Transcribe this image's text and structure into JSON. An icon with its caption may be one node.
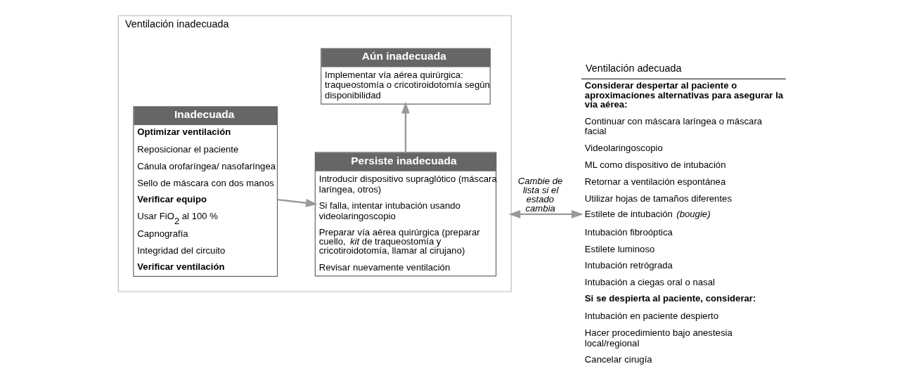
{
  "diagram": {
    "nodes": [
      {
        "text": [
          "Ventilación inadecuada"
        ]
      },
      {
        "text": [
          "Inadecuada",
          "**Optimizar ventilación**",
          "Reposicionar el paciente",
          "Cánula orofaríngea/ nasofaríngea",
          "Sello de máscara con dos manos",
          "**Verificar equipo**",
          "Usar FiO$_{2}$ al 100 %",
          "Capnografía",
          "Integridad del circuito",
          "**Verificar ventilación**"
        ],
        "in": 0
      },
      {
        "text": [
          "Persiste inadecuada",
          "Introducir dispositivo supraglótico (máscara laríngea, otros)",
          "Si falla, intentar intubación usando videolaringoscopio",
          "Preparar vía aérea quirúrgica (preparar cuello, *kit* de traqueostomía y cricotiroidotomía, llamar al cirujano)",
          "Revisar nuevamente ventilación"
        ],
        "in": 0
      },
      {
        "text": [
          "Aún inadecuada",
          "Implementar vía aérea quirúrgica: traqueostomía o cricotiroidotomía según disponibilidad"
        ],
        "in": 0
      },
      {
        "text": [
          "Ventilación adecuada",
          "**Considerar despertar al paciente o aproximaciones alternativas para asegurar la vía aérea:**",
          "Continuar con máscara laríngea o máscara facial",
          "Videolaringoscopio",
          "ML como dispositivo de intubación",
          "Retornar a ventilación espontánea",
          "Utilizar hojas de tamaños diferentes",
          "Estilete de intubación *(bougie)*",
          "Intubación fibroóptica",
          "Estilete luminoso",
          "Intubación retrógrada",
          "Intubación a ciegas oral o nasal",
          "**Si se despierta al paciente, considerar:**",
          "Intubación en paciente despierto",
          "Hacer procedimiento bajo anestesia local/regional",
          "Cancelar cirugía"
        ]
      }
    ],
    "edges": [
      {
        "from": 1,
        "to": 2,
        "arrow": "to"
      },
      {
        "from": 2,
        "to": 3,
        "arrow": "to"
      },
      {
        "from": 0,
        "to": 4,
        "arrow": "both",
        "label": "Cambie de lista si el estado cambia"
      }
    ]
  }
}
